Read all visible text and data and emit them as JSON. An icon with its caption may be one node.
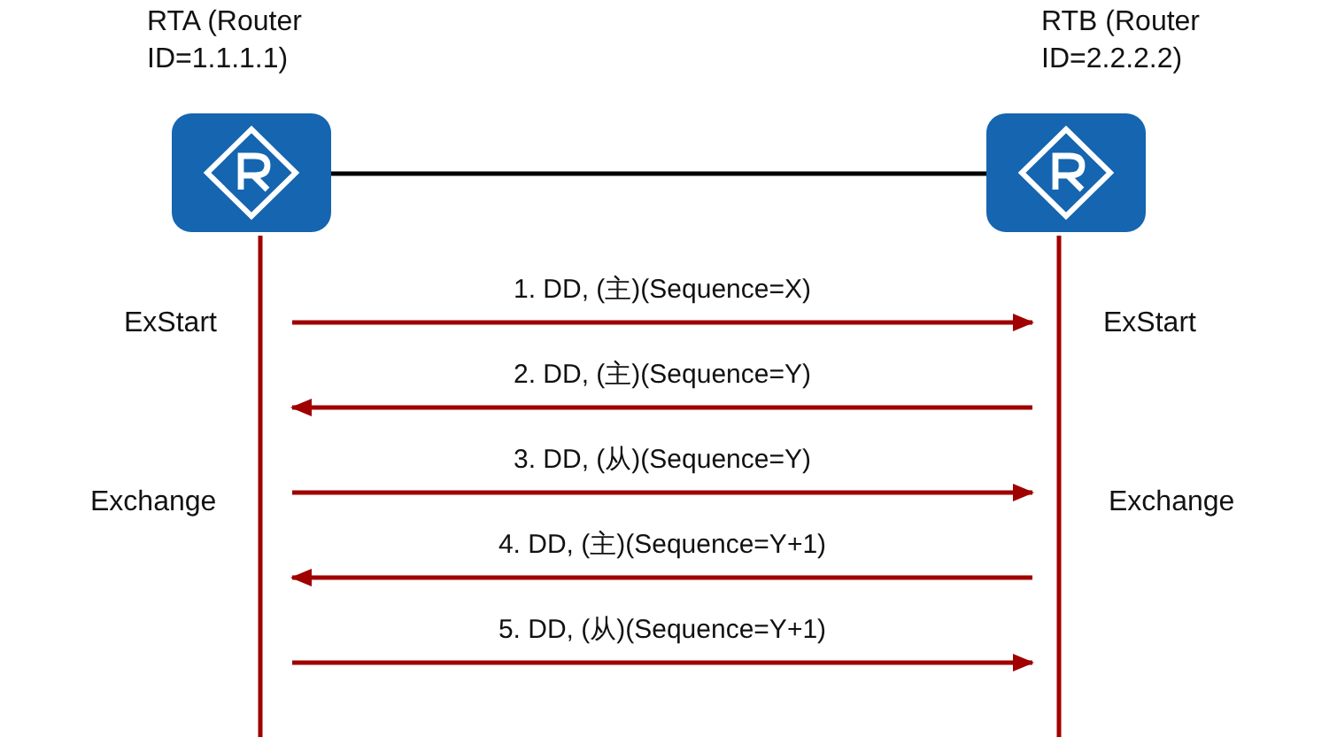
{
  "diagram": {
    "nodes": [
      {
        "text": [
          "RTA (Router ID=1.1.1.1)"
        ]
      },
      {
        "text": [
          "RTB (Router ID=2.2.2.2)"
        ]
      },
      {
        "text": [],
        "shape": "bar"
      },
      {
        "text": [],
        "shape": "bar"
      }
    ],
    "edges": [
      {
        "from": 0,
        "to": 1,
        "arrow": "none",
        "color": "#000000"
      },
      {
        "from": 2,
        "to": 3,
        "arrow": "to",
        "label": "1. DD, (主)(Sequence=X)"
      },
      {
        "from": 3,
        "to": 2,
        "arrow": "to",
        "label": "2. DD, (主)(Sequence=Y)"
      },
      {
        "from": 2,
        "to": 3,
        "arrow": "to",
        "label": "3. DD, (从)(Sequence=Y)"
      },
      {
        "from": 3,
        "to": 2,
        "arrow": "to",
        "label": "4. DD, (主)(Sequence=Y+1)"
      },
      {
        "from": 2,
        "to": 3,
        "arrow": "to",
        "label": "5. DD, (从)(Sequence=Y+1)"
      }
    ],
    "labels": [
      "ExStart",
      "ExStart",
      "Exchange",
      "Exchange"
    ]
  }
}
